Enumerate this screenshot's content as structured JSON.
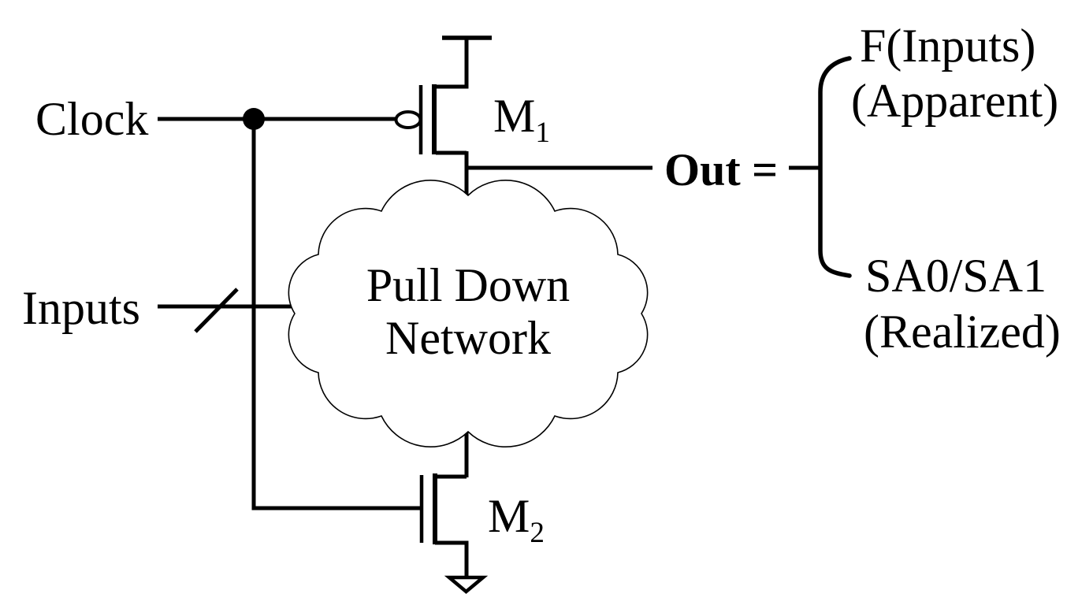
{
  "colors": {
    "background": "#ffffff",
    "ink": "#000000"
  },
  "labels": {
    "clock": "Clock",
    "inputs": "Inputs",
    "m1_base": "M",
    "m1_sub": "1",
    "m2_base": "M",
    "m2_sub": "2",
    "pdn_line1": "Pull Down",
    "pdn_line2": "Network",
    "out": "Out =",
    "apparent_value": "F(Inputs)",
    "apparent_note": "(Apparent)",
    "realized_value": "SA0/SA1",
    "realized_note": "(Realized)"
  }
}
